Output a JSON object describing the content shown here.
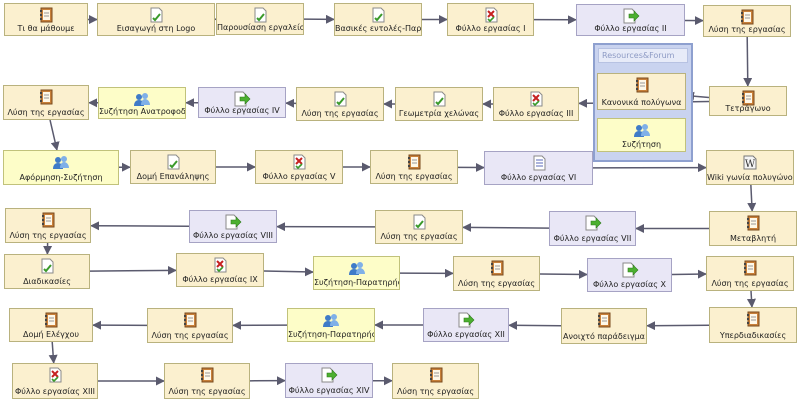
{
  "nodes": [
    {
      "id": "n1",
      "label": "Τι θα μάθουμε",
      "icon": "notebook-icon",
      "color": "cream"
    },
    {
      "id": "n2",
      "label": "Εισαγωγή στη Logo",
      "icon": "page-icon",
      "color": "cream"
    },
    {
      "id": "n3",
      "label": "Παρουσίαση εργαλείου",
      "icon": "page-icon",
      "color": "cream"
    },
    {
      "id": "n4",
      "label": "Βασικές εντολές-Παρά",
      "icon": "page-icon",
      "color": "cream"
    },
    {
      "id": "n5",
      "label": "Φύλλο εργασίας Ι",
      "icon": "quiz-icon",
      "color": "cream"
    },
    {
      "id": "n6",
      "label": "Φύλλο εργασίας ΙΙ",
      "icon": "arrow-page-icon",
      "color": "lavender"
    },
    {
      "id": "n7",
      "label": "Λύση της εργασίας",
      "icon": "notebook-icon",
      "color": "cream"
    },
    {
      "id": "n8",
      "label": "Τετράγωνο",
      "icon": "notebook-icon",
      "color": "cream"
    },
    {
      "id": "g1",
      "label": "Κανονικά πολύγωνα",
      "icon": "notebook-icon",
      "color": "cream"
    },
    {
      "id": "g2",
      "label": "Συζήτηση",
      "icon": "people-icon",
      "color": "yellow"
    },
    {
      "id": "n9",
      "label": "Φύλλο εργασίας ΙΙΙ",
      "icon": "quiz-icon",
      "color": "cream"
    },
    {
      "id": "n10",
      "label": "Γεωμετρία χελώνας",
      "icon": "page-icon",
      "color": "cream"
    },
    {
      "id": "n11",
      "label": "Λύση της εργασίας",
      "icon": "page-icon",
      "color": "cream"
    },
    {
      "id": "n12",
      "label": "Φύλλο εργασίας IV",
      "icon": "arrow-page-icon",
      "color": "lavender"
    },
    {
      "id": "n13",
      "label": "Συζήτηση Ανατροφοδότ",
      "icon": "people-icon",
      "color": "yellow"
    },
    {
      "id": "n14",
      "label": "Λύση της εργασίας",
      "icon": "notebook-icon",
      "color": "cream"
    },
    {
      "id": "n15",
      "label": "Αφόρμηση-Συζήτηση",
      "icon": "people-icon",
      "color": "yellow"
    },
    {
      "id": "n16",
      "label": "Δομή Επανάληψης",
      "icon": "page-icon",
      "color": "cream"
    },
    {
      "id": "n17",
      "label": "Φύλλο εργασίας V",
      "icon": "quiz-icon",
      "color": "cream"
    },
    {
      "id": "n18",
      "label": "Λύση της εργασίας",
      "icon": "notebook-icon",
      "color": "cream"
    },
    {
      "id": "n19",
      "label": "Φύλλο εργασίας VI",
      "icon": "list-page-icon",
      "color": "lavender"
    },
    {
      "id": "n20",
      "label": "Wiki γωνία πολυγώνου",
      "icon": "wiki-icon",
      "color": "cream"
    },
    {
      "id": "n21",
      "label": "Μεταβλητή",
      "icon": "notebook-icon",
      "color": "cream"
    },
    {
      "id": "n22",
      "label": "Φύλλο εργασίας VII",
      "icon": "arrow-page-icon",
      "color": "lavender"
    },
    {
      "id": "n23",
      "label": "Λύση της εργασίας",
      "icon": "page-icon",
      "color": "cream"
    },
    {
      "id": "n24",
      "label": "Φύλλο εργασίας VIII",
      "icon": "arrow-page-icon",
      "color": "lavender"
    },
    {
      "id": "n25",
      "label": "Λύση της εργασίας",
      "icon": "notebook-icon",
      "color": "cream"
    },
    {
      "id": "n26",
      "label": "Διαδικασίες",
      "icon": "page-icon",
      "color": "cream"
    },
    {
      "id": "n27",
      "label": "Φύλλο εργασίας IX",
      "icon": "quiz-icon",
      "color": "cream"
    },
    {
      "id": "n28",
      "label": "Συζήτηση-Παρατηρήσεις",
      "icon": "people-icon",
      "color": "yellow"
    },
    {
      "id": "n29",
      "label": "Λύση της εργασίας",
      "icon": "notebook-icon",
      "color": "cream"
    },
    {
      "id": "n30",
      "label": "Φύλλο εργασίας Χ",
      "icon": "arrow-page-icon",
      "color": "lavender"
    },
    {
      "id": "n31",
      "label": "Λύση της εργασίας",
      "icon": "notebook-icon",
      "color": "cream"
    },
    {
      "id": "n32",
      "label": "Υπερδιαδικασίες",
      "icon": "notebook-icon",
      "color": "cream"
    },
    {
      "id": "n33",
      "label": "Ανοιχτό παράδειγμα",
      "icon": "notebook-icon",
      "color": "cream"
    },
    {
      "id": "n34",
      "label": "Φύλλο εργασίας ΧΙΙ",
      "icon": "arrow-page-icon",
      "color": "lavender"
    },
    {
      "id": "n35",
      "label": "Συζήτηση-Παρατηρήσεις",
      "icon": "people-icon",
      "color": "yellow"
    },
    {
      "id": "n36",
      "label": "Λύση της εργασίας",
      "icon": "notebook-icon",
      "color": "cream"
    },
    {
      "id": "n37",
      "label": "Δομή Ελέγχου",
      "icon": "notebook-icon",
      "color": "cream"
    },
    {
      "id": "n38",
      "label": "Φύλλο εργασίας ΧΙΙΙ",
      "icon": "quiz-icon",
      "color": "cream"
    },
    {
      "id": "n39",
      "label": "Λύση της εργασίας",
      "icon": "notebook-icon",
      "color": "cream"
    },
    {
      "id": "n40",
      "label": "Φύλλο εργασίας XIV",
      "icon": "arrow-page-icon",
      "color": "lavender"
    },
    {
      "id": "n41",
      "label": "Λύση της εργασίας",
      "icon": "notebook-icon",
      "color": "cream"
    }
  ],
  "group": {
    "title": "Resources&Forum"
  },
  "edges": [
    [
      "n1",
      "n2"
    ],
    [
      "n2",
      "n3"
    ],
    [
      "n3",
      "n4"
    ],
    [
      "n4",
      "n5"
    ],
    [
      "n5",
      "n6"
    ],
    [
      "n6",
      "n7"
    ],
    [
      "n7",
      "n8"
    ],
    [
      "n8",
      "g1"
    ],
    [
      "n8",
      "n9"
    ],
    [
      "n9",
      "n10"
    ],
    [
      "n10",
      "n11"
    ],
    [
      "n11",
      "n12"
    ],
    [
      "n12",
      "n13"
    ],
    [
      "n13",
      "n14"
    ],
    [
      "n14",
      "n15"
    ],
    [
      "n15",
      "n16"
    ],
    [
      "n16",
      "n17"
    ],
    [
      "n17",
      "n18"
    ],
    [
      "n18",
      "n19"
    ],
    [
      "n19",
      "n20"
    ],
    [
      "n20",
      "n21"
    ],
    [
      "n21",
      "n22"
    ],
    [
      "n22",
      "n23"
    ],
    [
      "n23",
      "n24"
    ],
    [
      "n24",
      "n25"
    ],
    [
      "n25",
      "n26"
    ],
    [
      "n26",
      "n27"
    ],
    [
      "n27",
      "n28"
    ],
    [
      "n28",
      "n29"
    ],
    [
      "n29",
      "n30"
    ],
    [
      "n30",
      "n31"
    ],
    [
      "n31",
      "n32"
    ],
    [
      "n32",
      "n33"
    ],
    [
      "n33",
      "n34"
    ],
    [
      "n34",
      "n35"
    ],
    [
      "n35",
      "n36"
    ],
    [
      "n36",
      "n37"
    ],
    [
      "n37",
      "n38"
    ],
    [
      "n38",
      "n39"
    ],
    [
      "n39",
      "n40"
    ],
    [
      "n40",
      "n41"
    ]
  ],
  "colors": {
    "cream": "#fbf0cf",
    "lavender": "#e9e7f6",
    "yellow": "#fdfdc8",
    "edge": "#5a5a6e",
    "group": "#c9d3ef"
  }
}
